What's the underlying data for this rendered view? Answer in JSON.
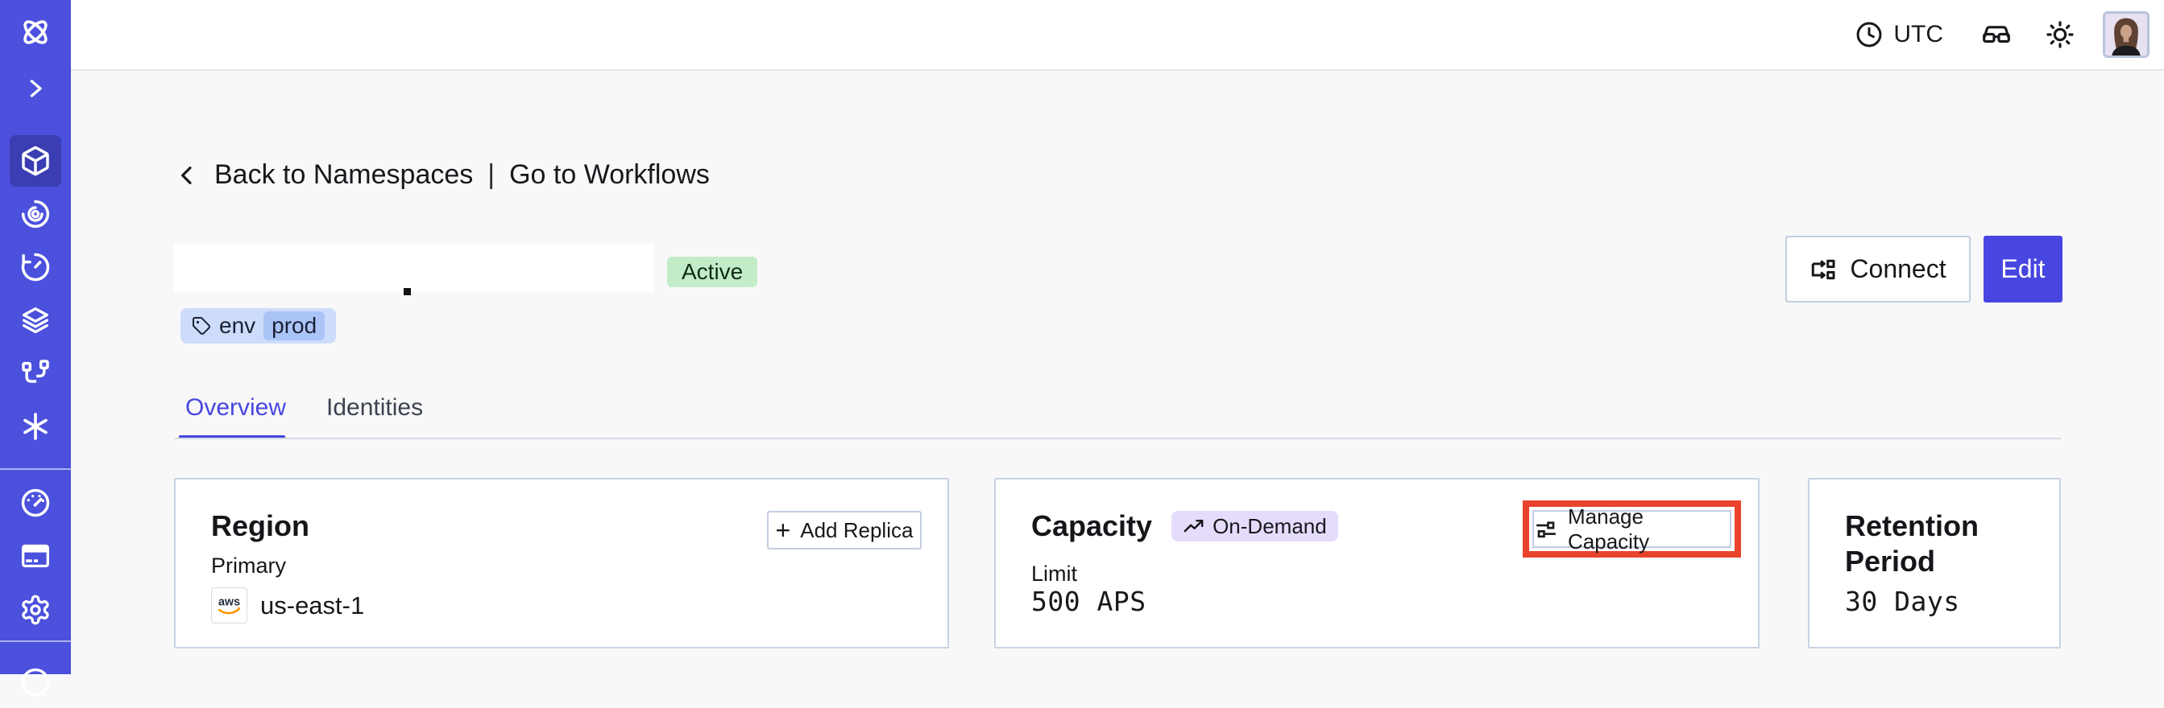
{
  "topbar": {
    "timezone_label": "UTC"
  },
  "sidebar": {
    "items": [
      "temporal-logo",
      "expand",
      "namespaces",
      "observability",
      "schedules",
      "deployments",
      "connections",
      "nexus",
      "usage",
      "billing",
      "settings",
      "support"
    ]
  },
  "breadcrumb": {
    "back_label": "Back to Namespaces",
    "separator": "|",
    "workflows_label": "Go to Workflows"
  },
  "namespace": {
    "status_label": "Active",
    "tag_key": "env",
    "tag_value": "prod"
  },
  "header_actions": {
    "connect_label": "Connect",
    "edit_label": "Edit"
  },
  "tabs": {
    "overview_label": "Overview",
    "identities_label": "Identities"
  },
  "cards": {
    "region": {
      "title": "Region",
      "add_replica_plus": "+",
      "add_replica_label": "Add Replica",
      "field_label": "Primary",
      "provider_label": "aws",
      "value": "us-east-1"
    },
    "capacity": {
      "title": "Capacity",
      "badge_label": "On-Demand",
      "manage_label": "Manage Capacity",
      "field_label": "Limit",
      "value": "500 APS"
    },
    "retention": {
      "title": "Retention Period",
      "value": "30 Days"
    }
  },
  "colors": {
    "sidebar_bg": "#4b50dd",
    "sidebar_active_bg": "#3a3eb2",
    "accent_indigo": "#4746e0",
    "content_bg": "#f8f8f9",
    "card_border": "#c8d2e4",
    "status_active_bg": "#c2edc8",
    "tag_bg": "#cddcfb",
    "tag_inner_bg": "#abc4f8",
    "ondemand_bg": "#e5dcfb",
    "annotation_highlight": "#e8432c",
    "aws_orange": "#ff9900"
  }
}
